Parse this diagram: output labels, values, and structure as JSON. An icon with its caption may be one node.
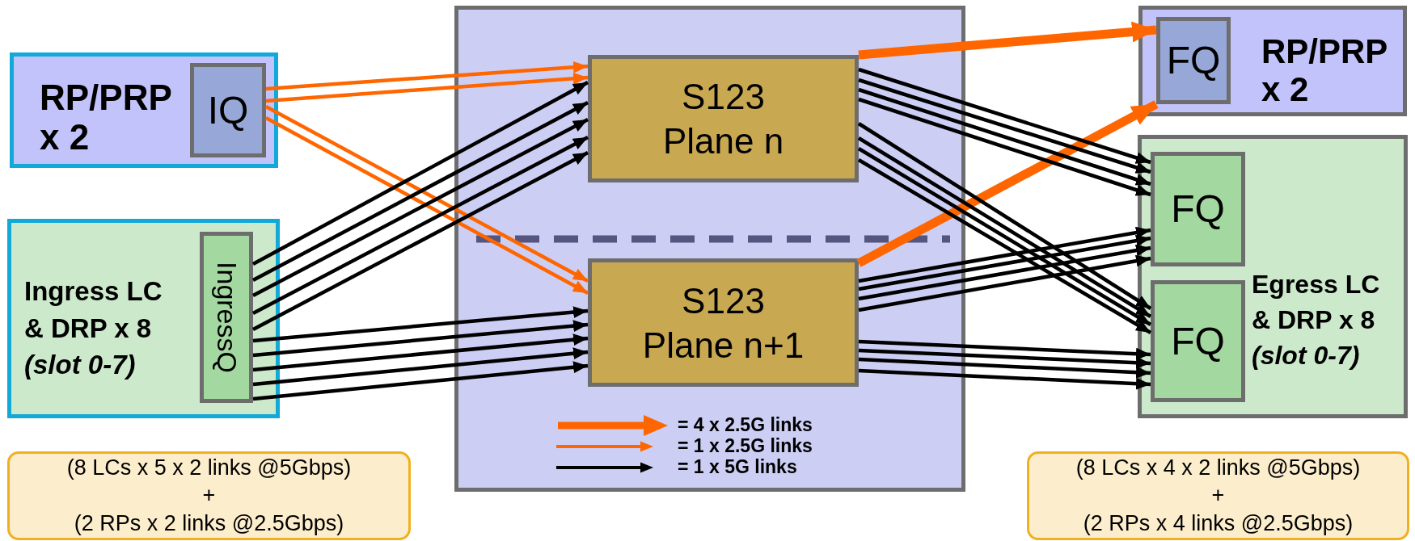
{
  "diagram": {
    "nodes": [
      {
        "text": [
          "RP/PRP x 2"
        ]
      },
      {
        "text": [
          "IQ"
        ],
        "in": 0
      },
      {
        "text": [
          "Ingress LC & DRP x 8 *(slot 0-7)*"
        ]
      },
      {
        "text": [
          "IngressQ"
        ],
        "in": 2
      },
      {
        "text": [],
        "shape": "box"
      },
      {
        "text": [
          "S123 Plane n"
        ],
        "in": 4
      },
      {
        "text": [
          "S123 Plane n+1"
        ],
        "in": 4
      },
      {
        "text": [
          "RP/PRP x 2"
        ]
      },
      {
        "text": [
          "FQ"
        ],
        "in": 7
      },
      {
        "text": [
          "Egress LC & DRP x 8 *(slot 0-7)*"
        ]
      },
      {
        "text": [
          "FQ"
        ],
        "in": 9
      },
      {
        "text": [
          "FQ"
        ],
        "in": 9
      },
      {
        "text": [
          "(8 LCs x 5 x 2 links @5Gbps)",
          "+",
          "(2 RPs x 2 links @2.5Gbps)"
        ]
      },
      {
        "text": [
          "(8 LCs x 4 x 2 links @5Gbps)",
          "+",
          "(2 RPs x 4 links @2.5Gbps)"
        ]
      }
    ],
    "edges": [
      {
        "from": 1,
        "to": 5,
        "arrow": "to",
        "color": "#ff6600"
      },
      {
        "from": 1,
        "to": 5,
        "arrow": "to",
        "color": "#ff6600"
      },
      {
        "from": 1,
        "to": 6,
        "arrow": "to",
        "color": "#ff6600"
      },
      {
        "from": 1,
        "to": 6,
        "arrow": "to",
        "color": "#ff6600"
      },
      {
        "from": 3,
        "to": 5,
        "arrow": "to"
      },
      {
        "from": 3,
        "to": 5,
        "arrow": "to"
      },
      {
        "from": 3,
        "to": 5,
        "arrow": "to"
      },
      {
        "from": 3,
        "to": 5,
        "arrow": "to"
      },
      {
        "from": 3,
        "to": 5,
        "arrow": "to"
      },
      {
        "from": 3,
        "to": 6,
        "arrow": "to"
      },
      {
        "from": 3,
        "to": 6,
        "arrow": "to"
      },
      {
        "from": 3,
        "to": 6,
        "arrow": "to"
      },
      {
        "from": 3,
        "to": 6,
        "arrow": "to"
      },
      {
        "from": 3,
        "to": 6,
        "arrow": "to"
      },
      {
        "from": 5,
        "to": 8,
        "arrow": "to",
        "style": "thick",
        "color": "#ff6600"
      },
      {
        "from": 6,
        "to": 8,
        "arrow": "to",
        "style": "thick",
        "color": "#ff6600"
      },
      {
        "from": 5,
        "to": 10,
        "arrow": "to"
      },
      {
        "from": 5,
        "to": 10,
        "arrow": "to"
      },
      {
        "from": 5,
        "to": 10,
        "arrow": "to"
      },
      {
        "from": 5,
        "to": 10,
        "arrow": "to"
      },
      {
        "from": 5,
        "to": 11,
        "arrow": "to"
      },
      {
        "from": 5,
        "to": 11,
        "arrow": "to"
      },
      {
        "from": 5,
        "to": 11,
        "arrow": "to"
      },
      {
        "from": 5,
        "to": 11,
        "arrow": "to"
      },
      {
        "from": 6,
        "to": 10,
        "arrow": "to"
      },
      {
        "from": 6,
        "to": 10,
        "arrow": "to"
      },
      {
        "from": 6,
        "to": 10,
        "arrow": "to"
      },
      {
        "from": 6,
        "to": 10,
        "arrow": "to"
      },
      {
        "from": 6,
        "to": 11,
        "arrow": "to"
      },
      {
        "from": 6,
        "to": 11,
        "arrow": "to"
      },
      {
        "from": 6,
        "to": 11,
        "arrow": "to"
      },
      {
        "from": 6,
        "to": 11,
        "arrow": "to"
      }
    ],
    "legend": [
      {
        "text": "= 4 x 2.5G links"
      },
      {
        "text": "= 1 x 2.5G links"
      },
      {
        "text": "= 1 x 5G links"
      }
    ]
  }
}
